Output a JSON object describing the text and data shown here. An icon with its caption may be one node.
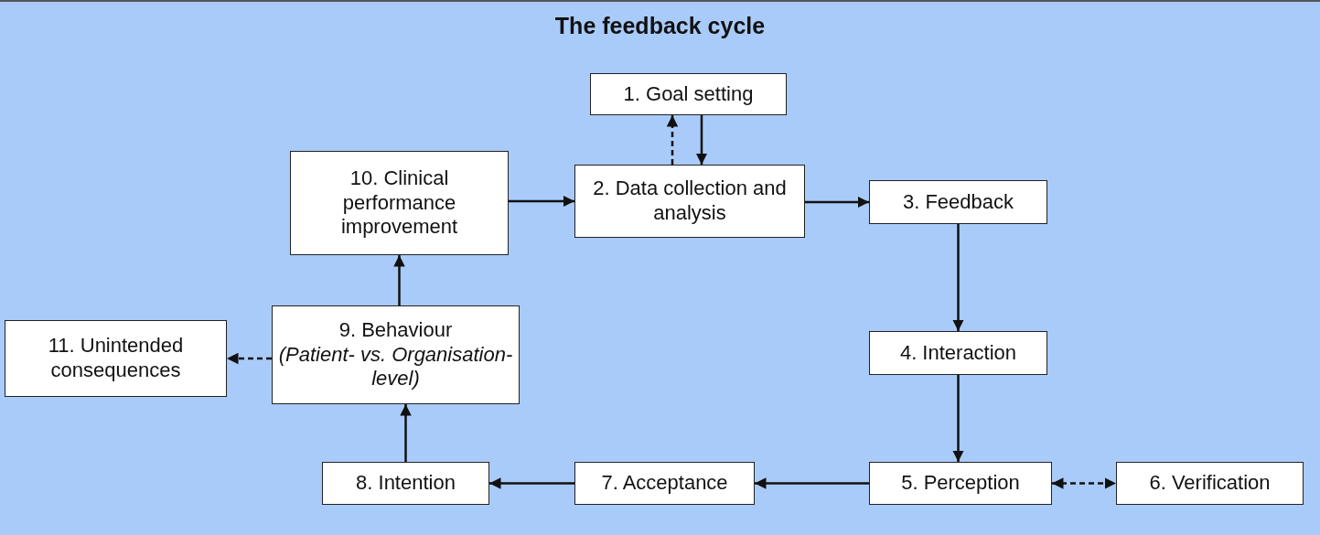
{
  "diagram": {
    "title": "The feedback cycle",
    "nodes": [
      {
        "text": [
          "1. Goal setting"
        ]
      },
      {
        "text": [
          "2. Data collection and analysis"
        ]
      },
      {
        "text": [
          "3. Feedback"
        ]
      },
      {
        "text": [
          "4. Interaction"
        ]
      },
      {
        "text": [
          "5. Perception"
        ]
      },
      {
        "text": [
          "6. Verification"
        ]
      },
      {
        "text": [
          "7. Acceptance"
        ]
      },
      {
        "text": [
          "8. Intention"
        ]
      },
      {
        "text": [
          "9. Behaviour",
          "(Patient- vs. Organisation-level)"
        ]
      },
      {
        "text": [
          "10. Clinical performance improvement"
        ]
      },
      {
        "text": [
          "11. Unintended consequences"
        ]
      }
    ],
    "edges": [
      {
        "from": 1,
        "to": 0,
        "arrow": "to",
        "style": "dashed"
      },
      {
        "from": 0,
        "to": 1,
        "arrow": "to"
      },
      {
        "from": 9,
        "to": 1,
        "arrow": "to"
      },
      {
        "from": 1,
        "to": 2,
        "arrow": "to"
      },
      {
        "from": 2,
        "to": 3,
        "arrow": "to"
      },
      {
        "from": 3,
        "to": 4,
        "arrow": "to"
      },
      {
        "from": 4,
        "to": 5,
        "arrow": "both",
        "style": "dashed"
      },
      {
        "from": 4,
        "to": 6,
        "arrow": "to"
      },
      {
        "from": 6,
        "to": 7,
        "arrow": "to"
      },
      {
        "from": 7,
        "to": 8,
        "arrow": "to"
      },
      {
        "from": 8,
        "to": 9,
        "arrow": "to"
      },
      {
        "from": 8,
        "to": 10,
        "arrow": "to",
        "style": "dashed"
      }
    ]
  }
}
